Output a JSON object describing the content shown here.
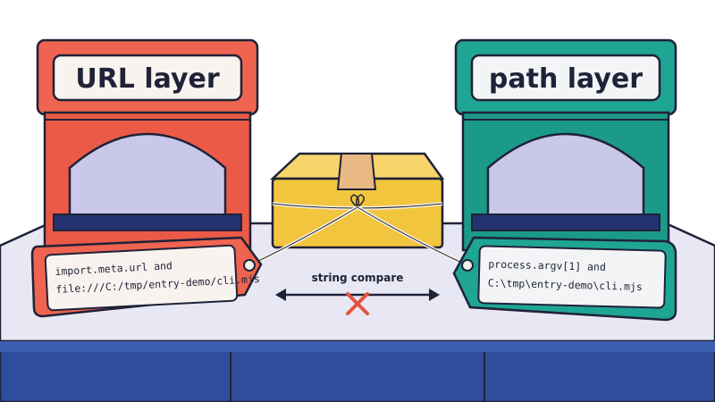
{
  "left_booth": {
    "title": "URL layer",
    "color": "#ef6450",
    "tag_lines": [
      "import.meta.url and",
      "file:///C:/tmp/entry-demo/cli.mjs"
    ]
  },
  "right_booth": {
    "title": "path layer",
    "color": "#1fa593",
    "tag_lines": [
      "process.argv[1] and",
      "C:\\tmp\\entry-demo\\cli.mjs"
    ]
  },
  "middle": {
    "label": "string compare",
    "result_icon": "red-x-icon"
  },
  "colors": {
    "table_top": "#e6e7f2",
    "table_front": "#2d4a9a",
    "package": "#f6c945",
    "window": "#c9c8ea",
    "mismatch": "#e4533f"
  }
}
